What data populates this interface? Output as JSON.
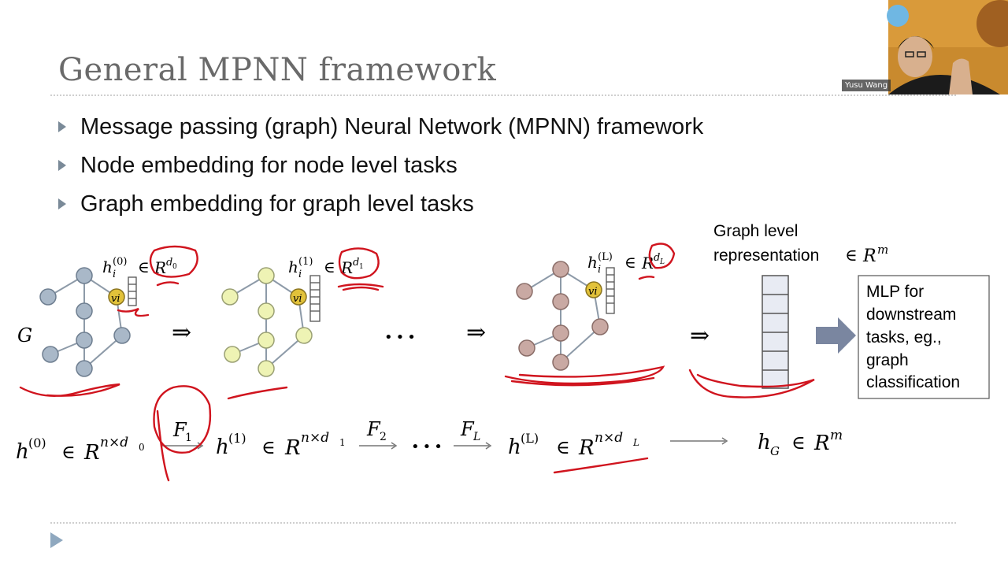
{
  "slide": {
    "title": "General MPNN framework",
    "bullets": [
      "Message passing (graph) Neural Network (MPNN) framework",
      "Node embedding for node level tasks",
      "Graph embedding for graph level tasks"
    ]
  },
  "webcam": {
    "presenter_name": "Yusu Wang"
  },
  "diagram": {
    "graph_label": "G",
    "node_label": "vi",
    "arrow": "⇒",
    "dots": "•••",
    "layer0": {
      "h": "h",
      "sub": "i",
      "sup": "(0)",
      "in": "∈",
      "R": "R",
      "dim_base": "d",
      "dim_sub": "0"
    },
    "layer1": {
      "h": "h",
      "sub": "i",
      "sup": "(1)",
      "in": "∈",
      "R": "R",
      "dim_base": "d",
      "dim_sub": "1"
    },
    "layerL": {
      "h": "h",
      "sub": "i",
      "sup": "(L)",
      "in": "∈",
      "R": "R",
      "dim_base": "d",
      "dim_sub": "L"
    },
    "graph_rep_line1": "Graph level",
    "graph_rep_line2": "representation",
    "graph_rep_in": "∈",
    "graph_rep_R": "R",
    "graph_rep_m": "m",
    "mlp_box": [
      "MLP for",
      "downstream",
      "tasks, eg.,",
      "graph",
      "classification"
    ]
  },
  "equation": {
    "h0": "h",
    "h0_sup": "(0)",
    "h0_space": "R",
    "h0_dim": "n×d",
    "h0_dim_sub": "0",
    "f1": "F",
    "f1_sub": "1",
    "h1": "h",
    "h1_sup": "(1)",
    "h1_space": "R",
    "h1_dim": "n×d",
    "h1_dim_sub": "1",
    "f2": "F",
    "f2_sub": "2",
    "dots": "•••",
    "fL": "F",
    "fL_sub": "L",
    "hL": "h",
    "hL_sup": "(L)",
    "hL_space": "R",
    "hL_dim": "n×d",
    "hL_dim_sub": "L",
    "hG": "h",
    "hG_sub": "G",
    "hG_space": "R",
    "hG_sup": "m",
    "in": "∈"
  },
  "colors": {
    "title": "#6a6a6a",
    "node_gray": "#a9b8c8",
    "node_yellow": "#eef3b4",
    "node_pink": "#c9a9a3",
    "highlight_node": "#e2c23a",
    "ink_red": "#d0141e",
    "arrow_fill": "#7a86a0",
    "vector_fill": "#e8ebf3"
  }
}
